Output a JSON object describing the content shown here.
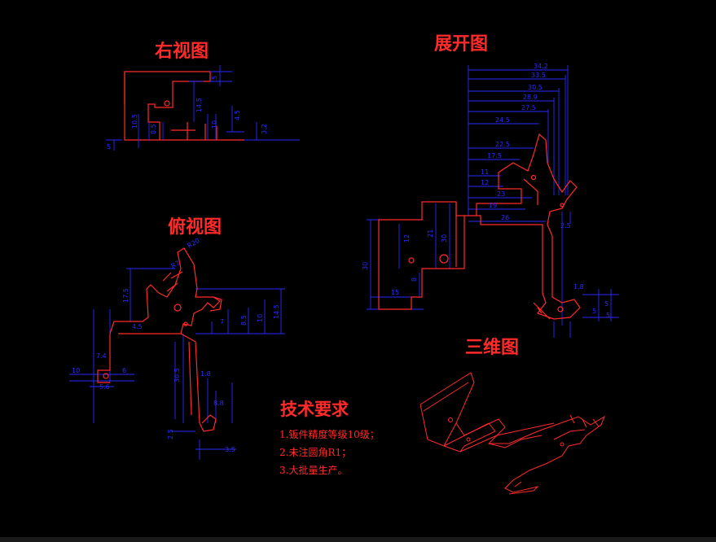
{
  "views": {
    "right": {
      "title": "右视图"
    },
    "unfold": {
      "title": "展开图"
    },
    "top": {
      "title": "俯视图"
    },
    "threeD": {
      "title": "三维图"
    }
  },
  "tech": {
    "heading": "技术要求",
    "items": [
      "1.钣件精度等级10级；",
      "2.未注圆角R1；",
      "3.大批量生产。"
    ]
  },
  "dims": {
    "unfold": [
      "34.2",
      "33.5",
      "30.5",
      "28.9",
      "27.5",
      "24.5",
      "22.5",
      "17.5",
      "11",
      "12",
      "23",
      "19",
      "26",
      "30",
      "21",
      "12",
      "30",
      "15",
      "8",
      "2.5",
      "1.8",
      "5",
      "5",
      "5"
    ],
    "right": [
      "5",
      "14.5",
      "10.5",
      "8.5",
      "4.5",
      "3.2",
      "10",
      "5"
    ],
    "top": [
      "R20",
      "R7",
      "17.5",
      "8.5",
      "10",
      "14.5",
      "7",
      "4.5",
      "30.5",
      "1.8",
      "8.8",
      "3.5",
      "2.5",
      "7.4",
      "10",
      "5.6",
      "6"
    ]
  },
  "colors": {
    "dim": "#2a2aff",
    "part": "#ff2a2a",
    "bg": "#000000"
  }
}
